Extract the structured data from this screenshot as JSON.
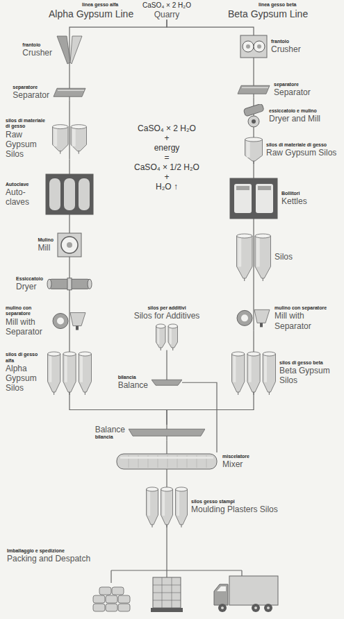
{
  "diagram": {
    "nodes": [
      {
        "text": [
          "CaSO₄ × 2 H₂O",
          "Quarry"
        ]
      },
      {
        "text": [
          "frantoio",
          "Crusher"
        ]
      },
      {
        "text": [
          "separatore",
          "Separator"
        ]
      },
      {
        "text": [
          "silos di materiale di gesso",
          "Raw Gypsum Silos"
        ]
      },
      {
        "text": [
          "Autoclave",
          "Auto-claves"
        ]
      },
      {
        "text": [
          "Mulino",
          "Mill"
        ]
      },
      {
        "text": [
          "Essiccatoio",
          "Dryer"
        ]
      },
      {
        "text": [
          "mulino con separatore",
          "Mill with Separator"
        ]
      },
      {
        "text": [
          "silos di gesso alfa",
          "Alpha Gypsum Silos"
        ]
      },
      {
        "text": [
          "frantoio",
          "Crusher"
        ]
      },
      {
        "text": [
          "separatore",
          "Separator"
        ]
      },
      {
        "text": [
          "essiccatoio e mulino",
          "Dryer and Mill"
        ]
      },
      {
        "text": [
          "silos di materiale di gesso",
          "Raw Gypsum Silos"
        ]
      },
      {
        "text": [
          "Bollitori",
          "Kettles"
        ]
      },
      {
        "text": [
          "Silos"
        ]
      },
      {
        "text": [
          "mulino con separatore",
          "Mill with Separator"
        ]
      },
      {
        "text": [
          "silos di gesso beta",
          "Beta Gypsum Silos"
        ]
      },
      {
        "text": [
          "silos per additivi",
          "Silos for Additives"
        ]
      },
      {
        "text": [
          "bilancia",
          "Balance"
        ]
      },
      {
        "text": [
          "Balance",
          "bilancia"
        ]
      },
      {
        "text": [
          "miscelatore",
          "Mixer"
        ]
      },
      {
        "text": [
          "silos gesso stampi",
          "Moulding Plasters Silos"
        ]
      },
      {
        "text": [
          "Imballaggio e spedizione",
          "Packing and Despatch"
        ]
      }
    ],
    "edges": [
      {
        "from": 0,
        "to": 1,
        "arrow": "none"
      },
      {
        "from": 0,
        "to": 9,
        "arrow": "none"
      },
      {
        "from": 1,
        "to": 2,
        "arrow": "none"
      },
      {
        "from": 2,
        "to": 3,
        "arrow": "none"
      },
      {
        "from": 3,
        "to": 4,
        "arrow": "none"
      },
      {
        "from": 4,
        "to": 5,
        "arrow": "none"
      },
      {
        "from": 5,
        "to": 6,
        "arrow": "none"
      },
      {
        "from": 6,
        "to": 7,
        "arrow": "none"
      },
      {
        "from": 7,
        "to": 8,
        "arrow": "none"
      },
      {
        "from": 9,
        "to": 10,
        "arrow": "none"
      },
      {
        "from": 10,
        "to": 11,
        "arrow": "none"
      },
      {
        "from": 11,
        "to": 12,
        "arrow": "none"
      },
      {
        "from": 12,
        "to": 13,
        "arrow": "none"
      },
      {
        "from": 13,
        "to": 14,
        "arrow": "none"
      },
      {
        "from": 14,
        "to": 15,
        "arrow": "none"
      },
      {
        "from": 15,
        "to": 16,
        "arrow": "none"
      },
      {
        "from": 17,
        "to": 18,
        "arrow": "none"
      },
      {
        "from": 8,
        "to": 19,
        "arrow": "none"
      },
      {
        "from": 16,
        "to": 19,
        "arrow": "none"
      },
      {
        "from": 18,
        "to": 20,
        "arrow": "none"
      },
      {
        "from": 19,
        "to": 20,
        "arrow": "none"
      },
      {
        "from": 20,
        "to": 21,
        "arrow": "none"
      },
      {
        "from": 21,
        "to": 22,
        "arrow": "none"
      }
    ],
    "labels": [
      "linea gesso alfa",
      "Alpha Gypsum Line",
      "linea gesso beta",
      "Beta Gypsum Line",
      "CaSO₄ × 2 H₂O",
      "+",
      "energy",
      "=",
      "CaSO₄ × 1/2 H₂O",
      "+",
      "H₂O ↑"
    ]
  }
}
